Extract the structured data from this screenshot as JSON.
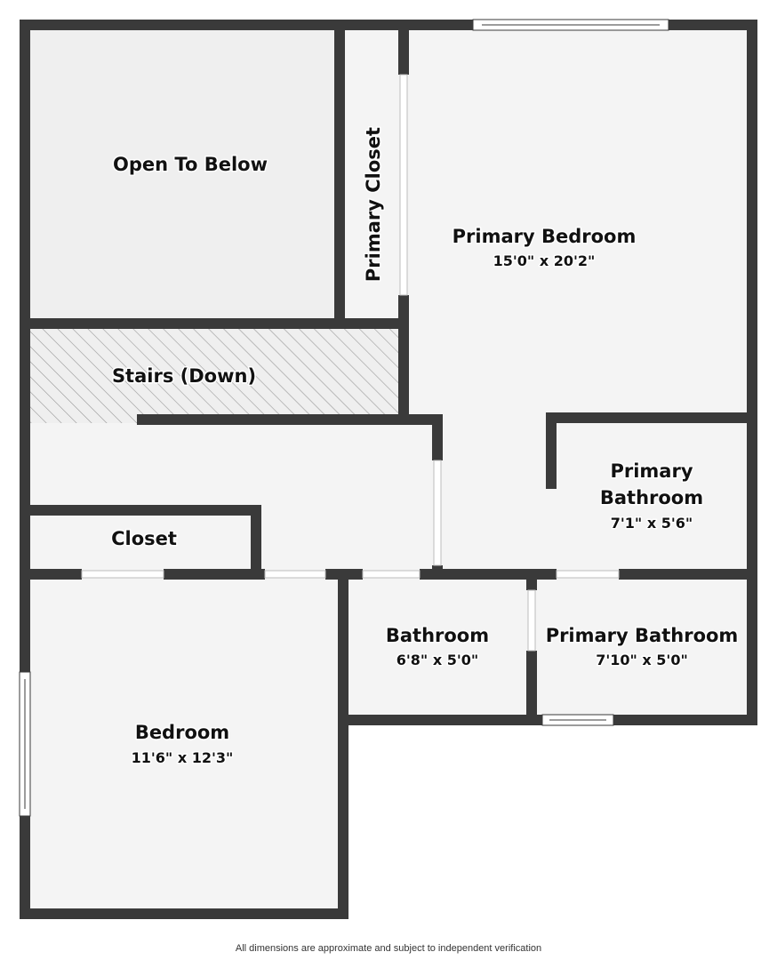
{
  "rooms": {
    "open_to_below": {
      "name": "Open To Below"
    },
    "primary_closet": {
      "name": "Primary Closet"
    },
    "primary_bedroom": {
      "name": "Primary Bedroom",
      "dims": "15'0\" x 20'2\""
    },
    "stairs": {
      "name": "Stairs (Down)"
    },
    "primary_bathroom_1": {
      "name_line1": "Primary",
      "name_line2": "Bathroom",
      "dims": "7'1\" x 5'6\""
    },
    "closet": {
      "name": "Closet"
    },
    "bathroom": {
      "name": "Bathroom",
      "dims": "6'8\" x 5'0\""
    },
    "primary_bathroom_2": {
      "name": "Primary Bathroom",
      "dims": "7'10\" x 5'0\""
    },
    "bedroom": {
      "name": "Bedroom",
      "dims": "11'6\" x 12'3\""
    }
  },
  "footer": {
    "disclaimer": "All dimensions are approximate and subject to independent verification"
  },
  "colors": {
    "wall": "#3a3a3a",
    "floor": "#f4f4f4",
    "open_to_below_floor": "#efefef",
    "hatch": "#9a9a9a"
  }
}
